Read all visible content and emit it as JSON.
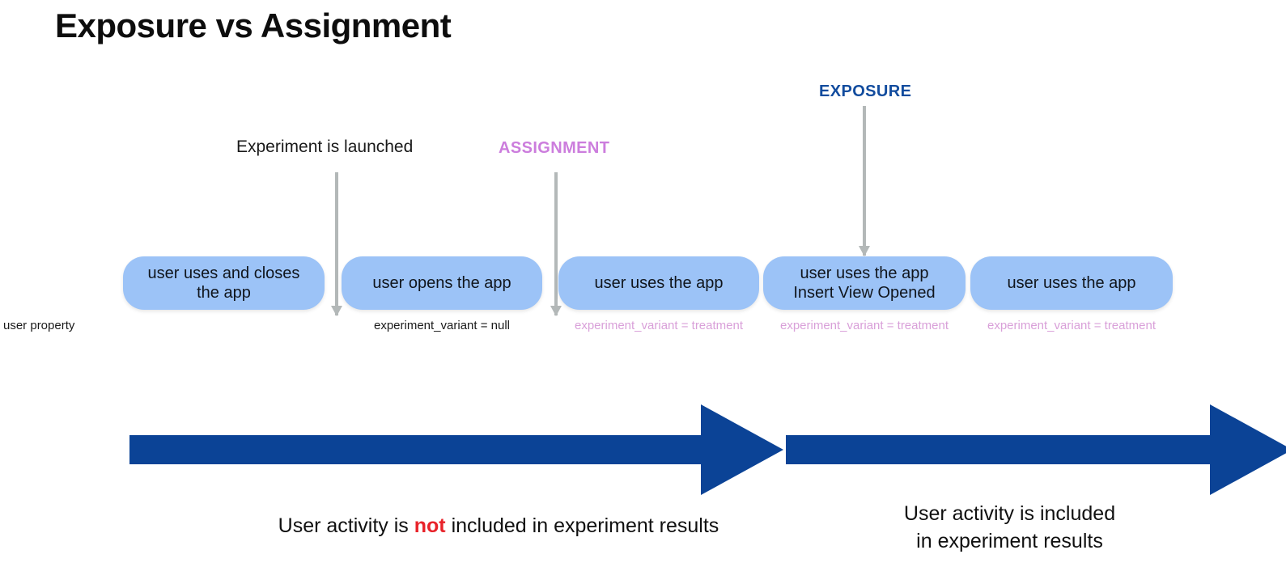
{
  "title": "Exposure vs Assignment",
  "colors": {
    "box_fill": "#9cc3f7",
    "timeline_arrow": "#0b4396",
    "assignment_label": "#cc7ddd",
    "exposure_label": "#124c9e",
    "treatment_text": "#d9a0d9",
    "not_highlight": "#e8232a",
    "gray_arrow": "#b3b8b8"
  },
  "annotations": [
    {
      "id": "experiment-launched",
      "text": "Experiment is launched",
      "style": "plain"
    },
    {
      "id": "assignment",
      "text": "ASSIGNMENT",
      "style": "emph"
    },
    {
      "id": "exposure",
      "text": "EXPOSURE",
      "style": "emph"
    }
  ],
  "row": {
    "user_property_label": "user property",
    "steps": [
      {
        "id": "step-1",
        "text": "user uses and closes the app",
        "caption": "",
        "caption_kind": "none"
      },
      {
        "id": "step-2",
        "text": "user opens the app",
        "caption": "experiment_variant = null",
        "caption_kind": "null"
      },
      {
        "id": "step-3",
        "text": "user uses the app",
        "caption": "experiment_variant = treatment",
        "caption_kind": "treatment"
      },
      {
        "id": "step-4",
        "text": "user uses the app\nInsert View Opened",
        "caption": "experiment_variant = treatment",
        "caption_kind": "treatment"
      },
      {
        "id": "step-5",
        "text": "user uses the app",
        "caption": "experiment_variant = treatment",
        "caption_kind": "treatment"
      }
    ]
  },
  "timeline": {
    "segments": [
      {
        "id": "excluded",
        "caption_prefix": "User activity is ",
        "caption_emphasis": "not",
        "caption_suffix": " included in experiment results"
      },
      {
        "id": "included",
        "caption_line_1": "User activity is included",
        "caption_line_2": "in experiment results"
      }
    ]
  }
}
